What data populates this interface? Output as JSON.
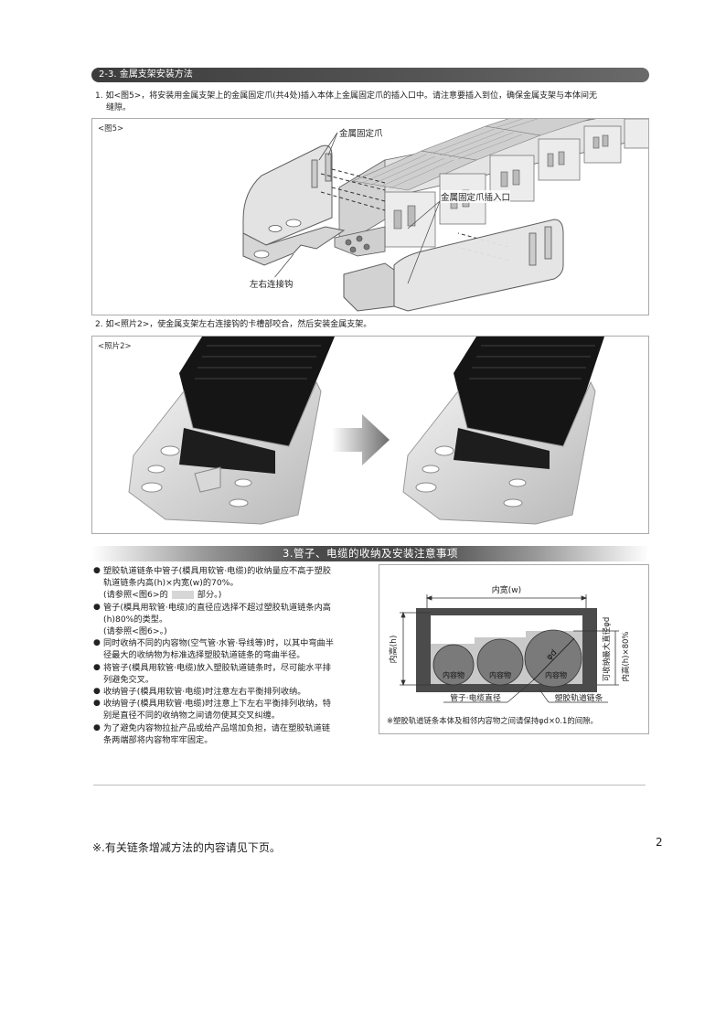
{
  "section_2_3": {
    "title": "2-3. 金属支架安装方法",
    "step1": {
      "line1": "1. 如<图5>，将安装用金属支架上的金属固定爪(共4处)插入本体上金属固定爪的插入口中。请注意要插入到位，确保金属支架与本体间无",
      "line2": "缝隙。"
    },
    "figure5": {
      "label": "<图5>",
      "callouts": {
        "metal_claw": "金属固定爪",
        "claw_slot": "金属固定爪插入口",
        "hook": "左右连接钩"
      }
    },
    "step2": {
      "text": "2. 如<照片2>，使金属支架左右连接钩的卡槽部咬合，然后安装金属支架。"
    },
    "photo2": {
      "label": "<照片2>",
      "arrow_icon": "right-arrow-icon"
    }
  },
  "section_3": {
    "title": "3.管子、电缆的收纳及安装注意事项",
    "bullets": [
      {
        "lines": [
          "塑胶轨道链条中管子(模具用软管·电缆)的收纳量应不高于塑胶",
          "轨道链条内高(h)×内宽(w)的70%。"
        ],
        "ref_prefix": "(请参照<图6>的",
        "ref_suffix": "部分。)"
      },
      {
        "lines": [
          "管子(模具用软管·电缆)的直径应选择不超过塑胶轨道链条内高",
          "(h)80%的类型。"
        ],
        "ref": "(请参照<图6>。)"
      },
      {
        "lines": [
          "同时收纳不同的内容物(空气管·水管·导线等)时，以其中弯曲半",
          "径最大的收纳物为标准选择塑胶轨道链条的弯曲半径。"
        ]
      },
      {
        "lines": [
          "将管子(模具用软管·电缆)放入塑胶轨道链条时，尽可能水平排",
          "列避免交叉。"
        ]
      },
      {
        "lines": [
          "收纳管子(模具用软管·电缆)时注意左右平衡排列收纳。"
        ]
      },
      {
        "lines": [
          "收纳管子(模具用软管·电缆)时注意上下左右平衡排列收纳，特",
          "别是直径不同的收纳物之间请勿使其交叉纠缠。"
        ]
      },
      {
        "lines": [
          "为了避免内容物拉扯产品或给产品增加负担，请在塑胶轨道链",
          "条两端部将内容物牢牢固定。"
        ]
      }
    ],
    "bullet_glyph": "●",
    "figure6": {
      "inner_width": "内宽(w)",
      "inner_height": "内高(h)",
      "max_diameter": "可收纳最大直径φd",
      "height_80": "内高(h)×80%",
      "phi_d": "φd",
      "contents": [
        "内容物",
        "内容物",
        "内容物"
      ],
      "pipe_diameter": "管子·电缆直径",
      "chain": "塑胶轨道链条",
      "note": "※塑胶轨道链条本体及相邻内容物之间请保持φd×0.1的间隙。"
    }
  },
  "footer": {
    "note": "※.有关链条增减方法的内容请见下页。",
    "page_number": "2"
  },
  "colors": {
    "header_bar": "#4a4a4a",
    "frame_dark": "#4b4b4b",
    "fill_light": "#c9c9c9",
    "circle": "#7a7a7a",
    "box_border": "#aaaaaa"
  }
}
